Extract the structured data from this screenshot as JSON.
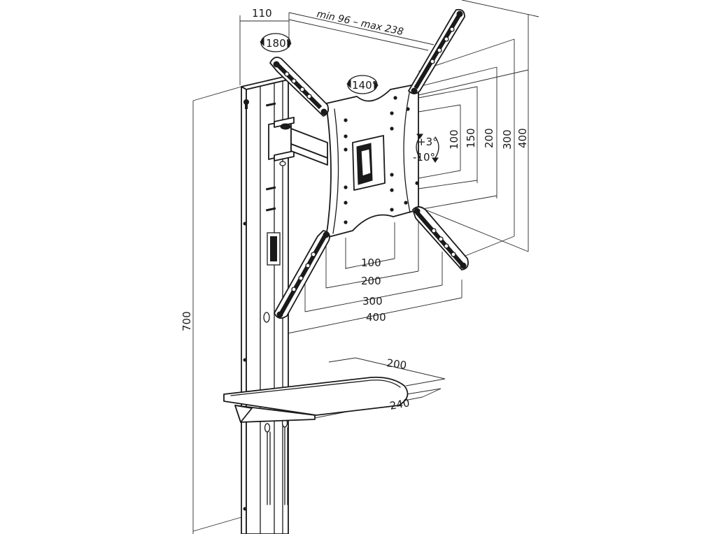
{
  "diagram": {
    "subject": "full-motion TV wall mount with shelf, technical line drawing",
    "dimensions": {
      "arm_depth": "110",
      "arm_extension": "min 96 – max 238",
      "swivel_rotation": "180°",
      "panel_swivel": "140°",
      "tilt_up": "+3°",
      "tilt_down": "-10°",
      "rail_height": "700",
      "vesa_v_100": "100",
      "vesa_v_150": "150",
      "vesa_v_200": "200",
      "vesa_v_300": "300",
      "vesa_v_400": "400",
      "vesa_h_100": "100",
      "vesa_h_200": "200",
      "vesa_h_300": "300",
      "vesa_h_400": "400",
      "shelf_depth": "200",
      "shelf_width": "240"
    }
  }
}
